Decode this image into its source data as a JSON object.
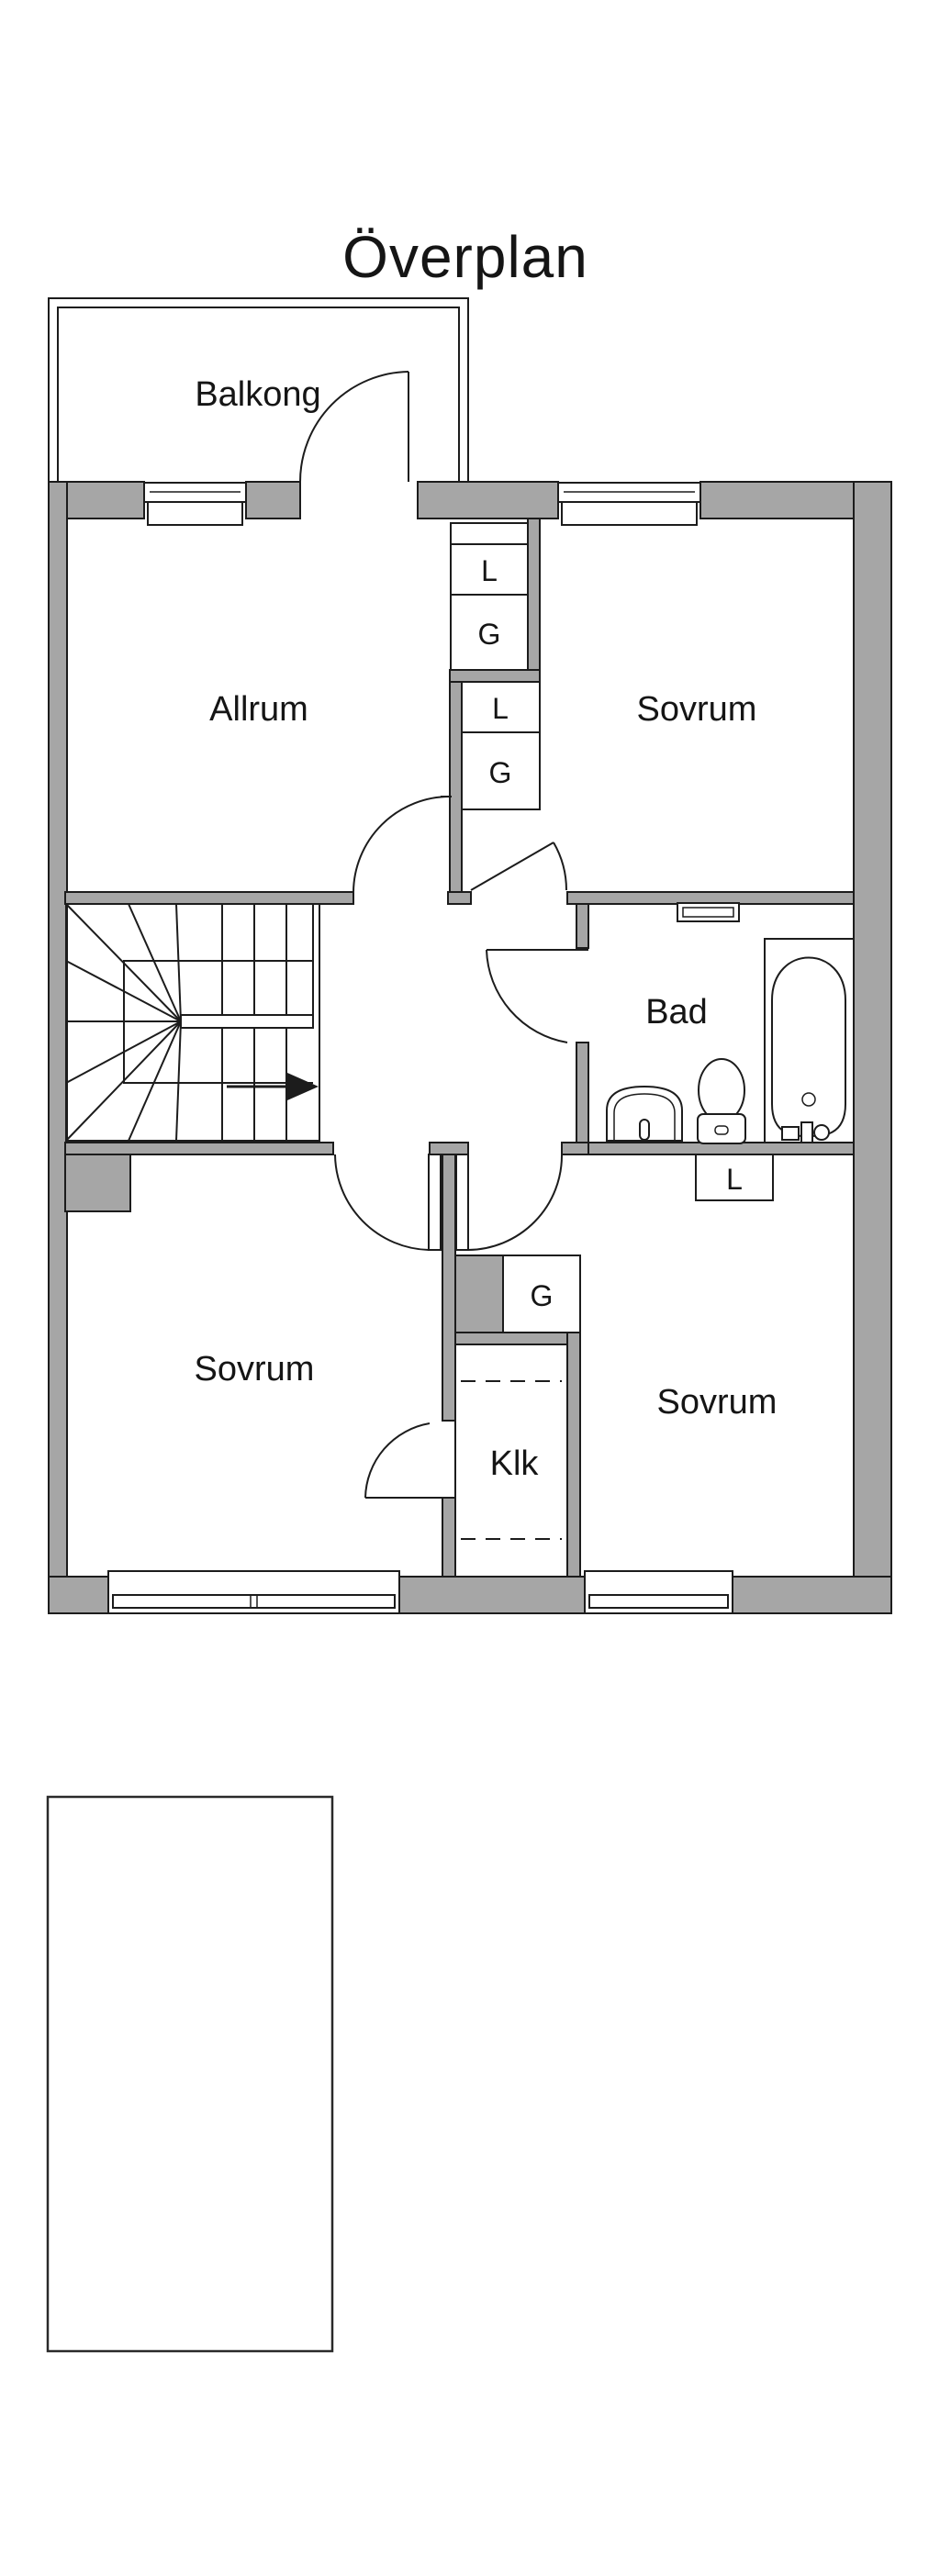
{
  "title": "Överplan",
  "floor_plan": {
    "colors": {
      "wall": "#a6a6a6",
      "line": "#1c1c1c",
      "background": "#ffffff"
    },
    "balcony": {
      "label": "Balkong"
    },
    "rooms": {
      "allrum": {
        "label": "Allrum"
      },
      "sovrum": {
        "label": "Sovrum"
      },
      "bad": {
        "label": "Bad"
      },
      "klk": {
        "label": "Klk"
      }
    },
    "closets": {
      "linen": {
        "label": "L"
      },
      "wardrobe": {
        "label": "G"
      }
    }
  }
}
